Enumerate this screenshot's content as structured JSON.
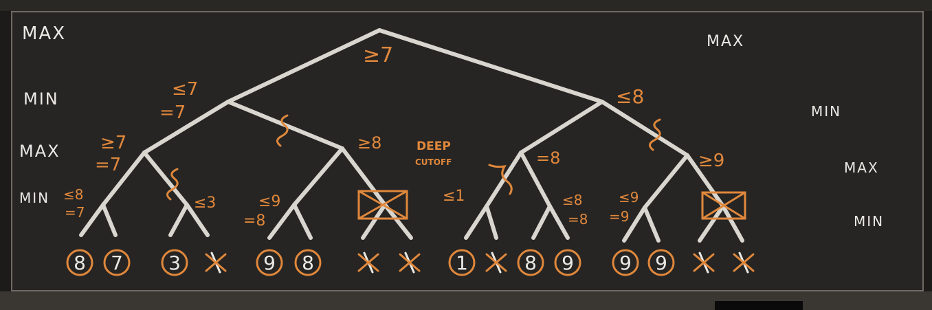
{
  "colors": {
    "board": "#272523",
    "chalk_white": "#ebe9e4",
    "chalk_orange": "#e0883c"
  },
  "level_labels_left": [
    "MAX",
    "MIN",
    "MAX",
    "MIN"
  ],
  "level_labels_right": [
    "MAX",
    "MIN",
    "MAX",
    "MIN"
  ],
  "root_value": "≥7",
  "level1": {
    "left": [
      "≤7",
      "=7"
    ],
    "right": "≤8"
  },
  "level2": {
    "a": [
      "≥7",
      "=7"
    ],
    "b": "≥8",
    "c": "=8",
    "d": "≥9"
  },
  "deep_cutoff": [
    "DEEP",
    "CUTOFF"
  ],
  "level3": {
    "a": [
      "≤8",
      "=7"
    ],
    "b": "≤3",
    "c": [
      "≤9",
      "=8"
    ],
    "e": "≤1",
    "f": [
      "≤8",
      "=8"
    ],
    "g": [
      "≤9",
      "=9"
    ]
  },
  "leaves": [
    {
      "value": "8",
      "state": "circled"
    },
    {
      "value": "7",
      "state": "circled"
    },
    {
      "value": "3",
      "state": "circled"
    },
    {
      "value": "",
      "state": "crossed"
    },
    {
      "value": "9",
      "state": "circled"
    },
    {
      "value": "8",
      "state": "circled"
    },
    {
      "value": "",
      "state": "crossed"
    },
    {
      "value": "",
      "state": "crossed"
    },
    {
      "value": "1",
      "state": "circled"
    },
    {
      "value": "",
      "state": "crossed"
    },
    {
      "value": "8",
      "state": "circled"
    },
    {
      "value": "9",
      "state": "circled"
    },
    {
      "value": "9",
      "state": "circled"
    },
    {
      "value": "9",
      "state": "circled"
    },
    {
      "value": "",
      "state": "crossed"
    },
    {
      "value": "",
      "state": "crossed"
    }
  ]
}
